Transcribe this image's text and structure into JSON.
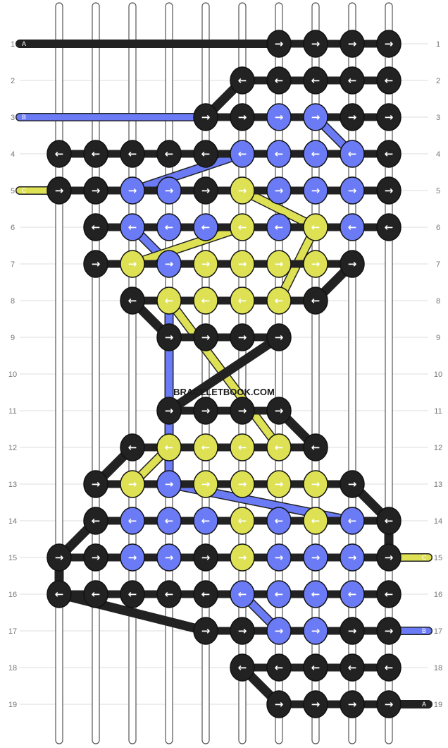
{
  "watermark": "BRACELETBOOK.COM",
  "colors": {
    "A": "#222222",
    "B": "#6b7bf5",
    "C": "#dde153"
  },
  "row_labels": [
    "1",
    "2",
    "3",
    "4",
    "5",
    "6",
    "7",
    "8",
    "9",
    "10",
    "11",
    "12",
    "13",
    "14",
    "15",
    "16",
    "17",
    "18",
    "19"
  ],
  "strand_ends": [
    {
      "label": "A",
      "color": "A",
      "row": 1,
      "col": 0,
      "to": 6,
      "side": "left"
    },
    {
      "label": "B",
      "color": "B",
      "row": 3,
      "col": 0,
      "to": 4,
      "side": "left"
    },
    {
      "label": "C",
      "color": "C",
      "row": 5,
      "col": 0,
      "to": 0,
      "side": "left"
    },
    {
      "label": "C",
      "color": "C",
      "row": 15,
      "col": 11,
      "to": 9,
      "side": "right"
    },
    {
      "label": "B",
      "color": "B",
      "row": 17,
      "col": 11,
      "to": 9,
      "side": "right"
    },
    {
      "label": "A",
      "color": "A",
      "row": 19,
      "col": 11,
      "to": 9,
      "side": "right"
    }
  ],
  "knots": [
    {
      "r": 1,
      "c": 6,
      "k": "A",
      "d": "f"
    },
    {
      "r": 1,
      "c": 7,
      "k": "A",
      "d": "f"
    },
    {
      "r": 1,
      "c": 8,
      "k": "A",
      "d": "f"
    },
    {
      "r": 1,
      "c": 9,
      "k": "A",
      "d": "f"
    },
    {
      "r": 2,
      "c": 5,
      "k": "A",
      "d": "b"
    },
    {
      "r": 2,
      "c": 6,
      "k": "A",
      "d": "b"
    },
    {
      "r": 2,
      "c": 7,
      "k": "A",
      "d": "b"
    },
    {
      "r": 2,
      "c": 8,
      "k": "A",
      "d": "b"
    },
    {
      "r": 2,
      "c": 9,
      "k": "A",
      "d": "b"
    },
    {
      "r": 3,
      "c": 4,
      "k": "A",
      "d": "f"
    },
    {
      "r": 3,
      "c": 5,
      "k": "A",
      "d": "f"
    },
    {
      "r": 3,
      "c": 6,
      "k": "B",
      "d": "f"
    },
    {
      "r": 3,
      "c": 7,
      "k": "B",
      "d": "f"
    },
    {
      "r": 3,
      "c": 8,
      "k": "A",
      "d": "f"
    },
    {
      "r": 3,
      "c": 9,
      "k": "A",
      "d": "f"
    },
    {
      "r": 4,
      "c": 0,
      "k": "A",
      "d": "b"
    },
    {
      "r": 4,
      "c": 1,
      "k": "A",
      "d": "b"
    },
    {
      "r": 4,
      "c": 2,
      "k": "A",
      "d": "b"
    },
    {
      "r": 4,
      "c": 3,
      "k": "A",
      "d": "b"
    },
    {
      "r": 4,
      "c": 4,
      "k": "A",
      "d": "b"
    },
    {
      "r": 4,
      "c": 5,
      "k": "B",
      "d": "b"
    },
    {
      "r": 4,
      "c": 6,
      "k": "B",
      "d": "b"
    },
    {
      "r": 4,
      "c": 7,
      "k": "B",
      "d": "b"
    },
    {
      "r": 4,
      "c": 8,
      "k": "B",
      "d": "b"
    },
    {
      "r": 4,
      "c": 9,
      "k": "A",
      "d": "b"
    },
    {
      "r": 5,
      "c": 0,
      "k": "A",
      "d": "f"
    },
    {
      "r": 5,
      "c": 1,
      "k": "A",
      "d": "f"
    },
    {
      "r": 5,
      "c": 2,
      "k": "B",
      "d": "f"
    },
    {
      "r": 5,
      "c": 3,
      "k": "B",
      "d": "f"
    },
    {
      "r": 5,
      "c": 4,
      "k": "A",
      "d": "f"
    },
    {
      "r": 5,
      "c": 5,
      "k": "C",
      "d": "f"
    },
    {
      "r": 5,
      "c": 6,
      "k": "B",
      "d": "f"
    },
    {
      "r": 5,
      "c": 7,
      "k": "B",
      "d": "f"
    },
    {
      "r": 5,
      "c": 8,
      "k": "B",
      "d": "f"
    },
    {
      "r": 5,
      "c": 9,
      "k": "A",
      "d": "f"
    },
    {
      "r": 6,
      "c": 1,
      "k": "A",
      "d": "b"
    },
    {
      "r": 6,
      "c": 2,
      "k": "B",
      "d": "b"
    },
    {
      "r": 6,
      "c": 3,
      "k": "B",
      "d": "b"
    },
    {
      "r": 6,
      "c": 4,
      "k": "B",
      "d": "b"
    },
    {
      "r": 6,
      "c": 5,
      "k": "C",
      "d": "b"
    },
    {
      "r": 6,
      "c": 6,
      "k": "B",
      "d": "b"
    },
    {
      "r": 6,
      "c": 7,
      "k": "C",
      "d": "b"
    },
    {
      "r": 6,
      "c": 8,
      "k": "B",
      "d": "b"
    },
    {
      "r": 6,
      "c": 9,
      "k": "A",
      "d": "b"
    },
    {
      "r": 7,
      "c": 1,
      "k": "A",
      "d": "f"
    },
    {
      "r": 7,
      "c": 2,
      "k": "C",
      "d": "f"
    },
    {
      "r": 7,
      "c": 3,
      "k": "B",
      "d": "f"
    },
    {
      "r": 7,
      "c": 4,
      "k": "C",
      "d": "f"
    },
    {
      "r": 7,
      "c": 5,
      "k": "C",
      "d": "f"
    },
    {
      "r": 7,
      "c": 6,
      "k": "C",
      "d": "f"
    },
    {
      "r": 7,
      "c": 7,
      "k": "C",
      "d": "f"
    },
    {
      "r": 7,
      "c": 8,
      "k": "A",
      "d": "f"
    },
    {
      "r": 8,
      "c": 2,
      "k": "A",
      "d": "b"
    },
    {
      "r": 8,
      "c": 3,
      "k": "C",
      "d": "b"
    },
    {
      "r": 8,
      "c": 4,
      "k": "C",
      "d": "b"
    },
    {
      "r": 8,
      "c": 5,
      "k": "C",
      "d": "b"
    },
    {
      "r": 8,
      "c": 6,
      "k": "C",
      "d": "b"
    },
    {
      "r": 8,
      "c": 7,
      "k": "A",
      "d": "b"
    },
    {
      "r": 9,
      "c": 3,
      "k": "A",
      "d": "f"
    },
    {
      "r": 9,
      "c": 4,
      "k": "A",
      "d": "f"
    },
    {
      "r": 9,
      "c": 5,
      "k": "A",
      "d": "f"
    },
    {
      "r": 9,
      "c": 6,
      "k": "A",
      "d": "f"
    },
    {
      "r": 11,
      "c": 3,
      "k": "A",
      "d": "f"
    },
    {
      "r": 11,
      "c": 4,
      "k": "A",
      "d": "f"
    },
    {
      "r": 11,
      "c": 5,
      "k": "A",
      "d": "f"
    },
    {
      "r": 11,
      "c": 6,
      "k": "A",
      "d": "f"
    },
    {
      "r": 12,
      "c": 2,
      "k": "A",
      "d": "b"
    },
    {
      "r": 12,
      "c": 3,
      "k": "C",
      "d": "b"
    },
    {
      "r": 12,
      "c": 4,
      "k": "C",
      "d": "b"
    },
    {
      "r": 12,
      "c": 5,
      "k": "C",
      "d": "b"
    },
    {
      "r": 12,
      "c": 6,
      "k": "C",
      "d": "b"
    },
    {
      "r": 12,
      "c": 7,
      "k": "A",
      "d": "b"
    },
    {
      "r": 13,
      "c": 1,
      "k": "A",
      "d": "f"
    },
    {
      "r": 13,
      "c": 2,
      "k": "C",
      "d": "f"
    },
    {
      "r": 13,
      "c": 3,
      "k": "B",
      "d": "f"
    },
    {
      "r": 13,
      "c": 4,
      "k": "C",
      "d": "f"
    },
    {
      "r": 13,
      "c": 5,
      "k": "C",
      "d": "f"
    },
    {
      "r": 13,
      "c": 6,
      "k": "C",
      "d": "f"
    },
    {
      "r": 13,
      "c": 7,
      "k": "C",
      "d": "f"
    },
    {
      "r": 13,
      "c": 8,
      "k": "A",
      "d": "f"
    },
    {
      "r": 14,
      "c": 1,
      "k": "A",
      "d": "b"
    },
    {
      "r": 14,
      "c": 2,
      "k": "B",
      "d": "b"
    },
    {
      "r": 14,
      "c": 3,
      "k": "B",
      "d": "b"
    },
    {
      "r": 14,
      "c": 4,
      "k": "B",
      "d": "b"
    },
    {
      "r": 14,
      "c": 5,
      "k": "C",
      "d": "b"
    },
    {
      "r": 14,
      "c": 6,
      "k": "B",
      "d": "b"
    },
    {
      "r": 14,
      "c": 7,
      "k": "C",
      "d": "b"
    },
    {
      "r": 14,
      "c": 8,
      "k": "B",
      "d": "b"
    },
    {
      "r": 14,
      "c": 9,
      "k": "A",
      "d": "b"
    },
    {
      "r": 15,
      "c": 0,
      "k": "A",
      "d": "f"
    },
    {
      "r": 15,
      "c": 1,
      "k": "A",
      "d": "f"
    },
    {
      "r": 15,
      "c": 2,
      "k": "B",
      "d": "f"
    },
    {
      "r": 15,
      "c": 3,
      "k": "B",
      "d": "f"
    },
    {
      "r": 15,
      "c": 4,
      "k": "A",
      "d": "f"
    },
    {
      "r": 15,
      "c": 5,
      "k": "C",
      "d": "f"
    },
    {
      "r": 15,
      "c": 6,
      "k": "B",
      "d": "f"
    },
    {
      "r": 15,
      "c": 7,
      "k": "B",
      "d": "f"
    },
    {
      "r": 15,
      "c": 8,
      "k": "B",
      "d": "f"
    },
    {
      "r": 15,
      "c": 9,
      "k": "A",
      "d": "f"
    },
    {
      "r": 16,
      "c": 0,
      "k": "A",
      "d": "b"
    },
    {
      "r": 16,
      "c": 1,
      "k": "A",
      "d": "b"
    },
    {
      "r": 16,
      "c": 2,
      "k": "A",
      "d": "b"
    },
    {
      "r": 16,
      "c": 3,
      "k": "A",
      "d": "b"
    },
    {
      "r": 16,
      "c": 4,
      "k": "A",
      "d": "b"
    },
    {
      "r": 16,
      "c": 5,
      "k": "B",
      "d": "b"
    },
    {
      "r": 16,
      "c": 6,
      "k": "B",
      "d": "b"
    },
    {
      "r": 16,
      "c": 7,
      "k": "B",
      "d": "b"
    },
    {
      "r": 16,
      "c": 8,
      "k": "B",
      "d": "b"
    },
    {
      "r": 16,
      "c": 9,
      "k": "A",
      "d": "b"
    },
    {
      "r": 17,
      "c": 4,
      "k": "A",
      "d": "f"
    },
    {
      "r": 17,
      "c": 5,
      "k": "A",
      "d": "f"
    },
    {
      "r": 17,
      "c": 6,
      "k": "B",
      "d": "f"
    },
    {
      "r": 17,
      "c": 7,
      "k": "B",
      "d": "f"
    },
    {
      "r": 17,
      "c": 8,
      "k": "A",
      "d": "f"
    },
    {
      "r": 17,
      "c": 9,
      "k": "A",
      "d": "f"
    },
    {
      "r": 18,
      "c": 5,
      "k": "A",
      "d": "b"
    },
    {
      "r": 18,
      "c": 6,
      "k": "A",
      "d": "b"
    },
    {
      "r": 18,
      "c": 7,
      "k": "A",
      "d": "b"
    },
    {
      "r": 18,
      "c": 8,
      "k": "A",
      "d": "b"
    },
    {
      "r": 18,
      "c": 9,
      "k": "A",
      "d": "b"
    },
    {
      "r": 19,
      "c": 6,
      "k": "A",
      "d": "f"
    },
    {
      "r": 19,
      "c": 7,
      "k": "A",
      "d": "f"
    },
    {
      "r": 19,
      "c": 8,
      "k": "A",
      "d": "f"
    },
    {
      "r": 19,
      "c": 9,
      "k": "A",
      "d": "f"
    }
  ],
  "diagonals": [
    {
      "k": "A",
      "from": [
        2,
        5
      ],
      "to": [
        3,
        4
      ]
    },
    {
      "k": "B",
      "from": [
        3,
        7
      ],
      "to": [
        4,
        8
      ]
    },
    {
      "k": "B",
      "from": [
        4,
        5
      ],
      "to": [
        5,
        2
      ]
    },
    {
      "k": "C",
      "from": [
        5,
        5
      ],
      "to": [
        6,
        7
      ]
    },
    {
      "k": "B",
      "from": [
        6,
        2
      ],
      "to": [
        7,
        3
      ]
    },
    {
      "k": "C",
      "from": [
        6,
        5
      ],
      "to": [
        7,
        2
      ]
    },
    {
      "k": "C",
      "from": [
        6,
        7
      ],
      "to": [
        8,
        6
      ]
    },
    {
      "k": "A",
      "from": [
        7,
        8
      ],
      "to": [
        8,
        7
      ]
    },
    {
      "k": "A",
      "from": [
        8,
        2
      ],
      "to": [
        9,
        3
      ]
    },
    {
      "k": "C",
      "from": [
        8,
        3
      ],
      "to": [
        12,
        6
      ]
    },
    {
      "k": "B",
      "from": [
        8,
        3
      ],
      "to": [
        13,
        3
      ]
    },
    {
      "k": "A",
      "from": [
        9,
        6
      ],
      "to": [
        11,
        3
      ]
    },
    {
      "k": "A",
      "from": [
        11,
        6
      ],
      "to": [
        12,
        7
      ]
    },
    {
      "k": "A",
      "from": [
        12,
        2
      ],
      "to": [
        13,
        1
      ]
    },
    {
      "k": "C",
      "from": [
        12,
        3
      ],
      "to": [
        13,
        2
      ]
    },
    {
      "k": "B",
      "from": [
        13,
        3
      ],
      "to": [
        14,
        8
      ]
    },
    {
      "k": "A",
      "from": [
        13,
        8
      ],
      "to": [
        14,
        9
      ]
    },
    {
      "k": "A",
      "from": [
        14,
        1
      ],
      "to": [
        15,
        0
      ]
    },
    {
      "k": "A",
      "from": [
        15,
        0
      ],
      "to": [
        16,
        0
      ]
    },
    {
      "k": "A",
      "from": [
        14,
        9
      ],
      "to": [
        15,
        9
      ]
    },
    {
      "k": "A",
      "from": [
        16,
        0
      ],
      "to": [
        17,
        4
      ]
    },
    {
      "k": "B",
      "from": [
        16,
        5
      ],
      "to": [
        17,
        6
      ]
    },
    {
      "k": "A",
      "from": [
        18,
        5
      ],
      "to": [
        19,
        6
      ]
    }
  ]
}
